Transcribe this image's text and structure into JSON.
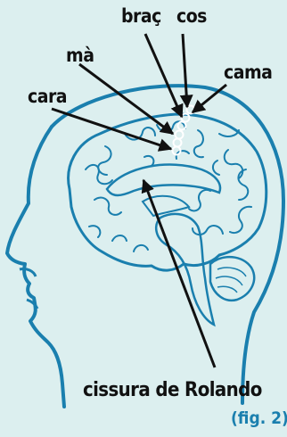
{
  "labels": {
    "brac": "braç",
    "cos": "cos",
    "ma": "mà",
    "cama": "cama",
    "cara": "cara"
  },
  "caption": "cissura de Rolando",
  "figure_ref": "(fig. 2)",
  "colors": {
    "background": "#dcefef",
    "outline": "#1a7fae",
    "arrow": "#111111",
    "figure_ref": "#1a7fae"
  }
}
